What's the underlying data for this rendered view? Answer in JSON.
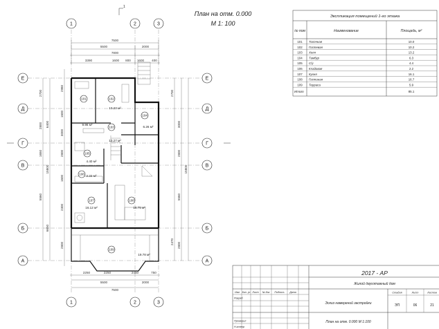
{
  "header": {
    "plan_title": "План на отм. 0.000",
    "scale": "М 1: 100",
    "section_mark": "1"
  },
  "axes": {
    "vertical": [
      "1",
      "2",
      "3"
    ],
    "horizontal": [
      "Е",
      "Д",
      "Г",
      "В",
      "Б",
      "А"
    ]
  },
  "dimensions": {
    "top": {
      "overall_1": "7500",
      "chain_1": [
        "5500",
        "2000"
      ],
      "overall_2": "7800",
      "chain_2": [
        "3390",
        "1600",
        "800",
        "1600",
        "400"
      ]
    },
    "bottom": {
      "chain_1": [
        "2250",
        "2250",
        "2450",
        "750"
      ],
      "chain_2": [
        "5500",
        "2000"
      ],
      "overall": "7500"
    },
    "left": {
      "chain_inner": [
        "2980",
        "1600",
        "3000",
        "2800",
        "1600",
        "2300",
        "2800"
      ],
      "chain_outer": [
        "15800",
        "5560",
        "2700",
        "2800",
        "1650",
        "6400",
        "6650"
      ]
    },
    "right": {
      "chain_inner": [
        "2700",
        "3000",
        "2800",
        "2470",
        "2800"
      ],
      "chain_outer": [
        "15800",
        "5560"
      ]
    }
  },
  "rooms": [
    {
      "num": "101",
      "area": "9.96 м²"
    },
    {
      "num": "102",
      "area": "10.23 м²"
    },
    {
      "num": "103",
      "area": "13.27 м²"
    },
    {
      "num": "104",
      "area": "6.26 м²"
    },
    {
      "num": "105",
      "area": "4.40 м²"
    },
    {
      "num": "106",
      "area": "2.22 м²"
    },
    {
      "num": "107",
      "area": "16.12 м²"
    },
    {
      "num": "108",
      "area": "16.75 м²"
    },
    {
      "num": "109",
      "area": "19.78 м²"
    }
  ],
  "explication": {
    "title": "Экспликация помещений 1-го этажа",
    "col_num": "№ пом",
    "col_name": "Наименование",
    "col_area": "Площадь, м²",
    "rows": [
      {
        "num": "101",
        "name": "Топочная",
        "area": "10.0"
      },
      {
        "num": "102",
        "name": "Гостевая",
        "area": "10.2"
      },
      {
        "num": "103",
        "name": "Холл",
        "area": "13.2"
      },
      {
        "num": "104",
        "name": "Тамбур",
        "area": "6.3"
      },
      {
        "num": "105",
        "name": "С/у",
        "area": "4.4"
      },
      {
        "num": "106",
        "name": "Кладовая",
        "area": "2.2"
      },
      {
        "num": "107",
        "name": "Кухня",
        "area": "16.1"
      },
      {
        "num": "108",
        "name": "Гостиная",
        "area": "16.7"
      },
      {
        "num": "109",
        "name": "Терраса",
        "area": "5.9"
      }
    ],
    "total_label": "Итого",
    "total_area": "85.1"
  },
  "stamp": {
    "code": "2017 - АР",
    "project": "Жилой двухэтажный дом",
    "sheet_title": "Эскиз намерений застройки",
    "drawing_title": "План на отм. 0.000 М 1:100",
    "col_headers": [
      "Изм",
      "Кол. уч",
      "Лист",
      "№ док",
      "Подпись",
      "Дата"
    ],
    "roles": [
      "Разраб",
      "Проверил",
      "Н.контр"
    ],
    "stage_label": "Стадия",
    "sheet_label": "Лист",
    "sheets_label": "Листов",
    "stage": "ЭП",
    "sheet": "06",
    "sheets": "21"
  }
}
